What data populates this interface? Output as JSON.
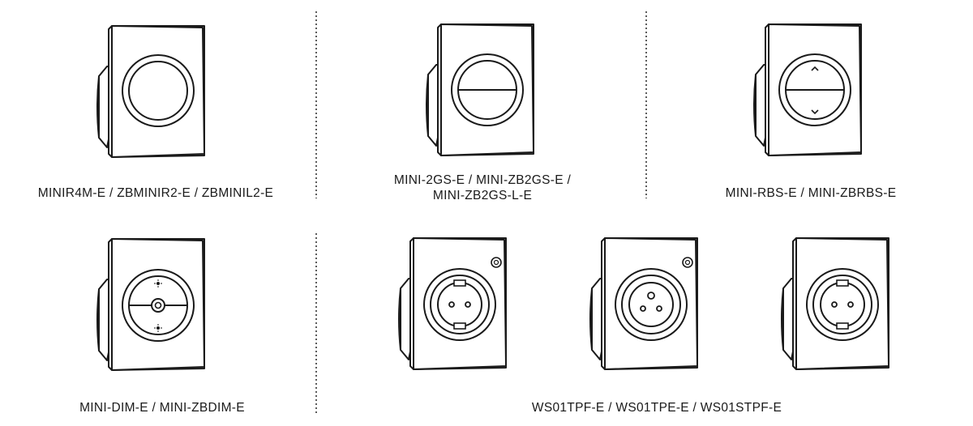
{
  "models": {
    "minir4m": "MINIR4M-E / ZBMINIR2-E /  ZBMINIL2-E",
    "mini2gs_line1": "MINI-2GS-E / MINI-ZB2GS-E /",
    "mini2gs_line2": "MINI-ZB2GS-L-E",
    "minirbs": "MINI-RBS-E / MINI-ZBRBS-E",
    "minidim": "MINI-DIM-E / MINI-ZBDIM-E",
    "ws01": "WS01TPF-E / WS01TPE-E / WS01STPF-E"
  }
}
